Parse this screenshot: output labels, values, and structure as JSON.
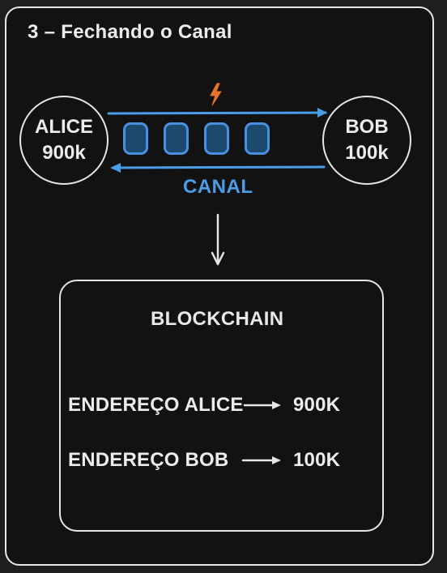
{
  "title": "3 – Fechando o Canal",
  "channel": {
    "alice": {
      "name": "ALICE",
      "balance": "900k"
    },
    "bob": {
      "name": "BOB",
      "balance": "100k"
    },
    "label": "CANAL",
    "coin_count": 4,
    "lightning_icon": "lightning-bolt-icon"
  },
  "blockchain": {
    "title": "BLOCKCHAIN",
    "rows": [
      {
        "label": "ENDEREÇO ALICE",
        "value": "900K"
      },
      {
        "label": "ENDEREÇO BOB",
        "value": "100K"
      }
    ]
  },
  "colors": {
    "background": "#121212",
    "stroke": "#e5e5e5",
    "channel_blue": "#4a9ee8",
    "coin_fill": "#1b4a6e",
    "lightning": "#e8742c"
  }
}
